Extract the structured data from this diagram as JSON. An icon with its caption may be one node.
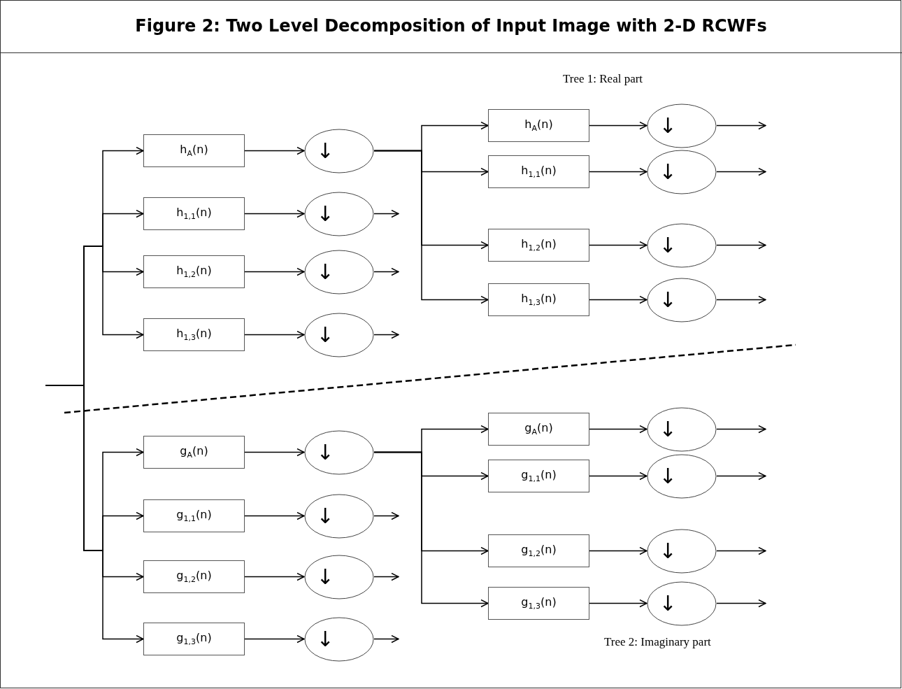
{
  "diagram": {
    "title": "Figure 2: Two Level Decomposition of Input Image with 2-D RCWFs",
    "nodes": [
      {
        "text": [
          "h$_{A}$(n)"
        ]
      },
      {
        "text": [
          "h$_{1,1}$(n)"
        ]
      },
      {
        "text": [
          "h$_{1,2}$(n)"
        ]
      },
      {
        "text": [
          "h$_{1,3}$(n)"
        ]
      },
      {
        "text": [
          "↓"
        ]
      },
      {
        "text": [
          "↓"
        ]
      },
      {
        "text": [
          "↓"
        ]
      },
      {
        "text": [
          "↓"
        ]
      },
      {
        "text": [
          "h$_{A}$(n)"
        ]
      },
      {
        "text": [
          "h$_{1,1}$(n)"
        ]
      },
      {
        "text": [
          "h$_{1,2}$(n)"
        ]
      },
      {
        "text": [
          "h$_{1,3}$(n)"
        ]
      },
      {
        "text": [
          "↓"
        ]
      },
      {
        "text": [
          "↓"
        ]
      },
      {
        "text": [
          "↓"
        ]
      },
      {
        "text": [
          "↓"
        ]
      },
      {
        "text": [
          "g$_{A}$(n)"
        ]
      },
      {
        "text": [
          "g$_{1,1}$(n)"
        ]
      },
      {
        "text": [
          "g$_{1,2}$(n)"
        ]
      },
      {
        "text": [
          "g$_{1,3}$(n)"
        ]
      },
      {
        "text": [
          "↓"
        ]
      },
      {
        "text": [
          "↓"
        ]
      },
      {
        "text": [
          "↓"
        ]
      },
      {
        "text": [
          "↓"
        ]
      },
      {
        "text": [
          "g$_{A}$(n)"
        ]
      },
      {
        "text": [
          "g$_{1,1}$(n)"
        ]
      },
      {
        "text": [
          "g$_{1,2}$(n)"
        ]
      },
      {
        "text": [
          "g$_{1,3}$(n)"
        ]
      },
      {
        "text": [
          "↓"
        ]
      },
      {
        "text": [
          "↓"
        ]
      },
      {
        "text": [
          "↓"
        ]
      },
      {
        "text": [
          "↓"
        ]
      }
    ],
    "edges": [
      {
        "from": null,
        "to": 0,
        "arrow": "to"
      },
      {
        "from": null,
        "to": 1,
        "arrow": "to"
      },
      {
        "from": null,
        "to": 2,
        "arrow": "to"
      },
      {
        "from": null,
        "to": 3,
        "arrow": "to"
      },
      {
        "from": 0,
        "to": 4,
        "arrow": "to"
      },
      {
        "from": 1,
        "to": 5,
        "arrow": "to"
      },
      {
        "from": 2,
        "to": 6,
        "arrow": "to"
      },
      {
        "from": 3,
        "to": 7,
        "arrow": "to"
      },
      {
        "from": 4,
        "to": 8,
        "arrow": "to"
      },
      {
        "from": 4,
        "to": 9,
        "arrow": "to"
      },
      {
        "from": 4,
        "to": 10,
        "arrow": "to"
      },
      {
        "from": 4,
        "to": 11,
        "arrow": "to"
      },
      {
        "from": 5,
        "to": null,
        "arrow": "to"
      },
      {
        "from": 6,
        "to": null,
        "arrow": "to"
      },
      {
        "from": 7,
        "to": null,
        "arrow": "to"
      },
      {
        "from": 8,
        "to": 12,
        "arrow": "to"
      },
      {
        "from": 9,
        "to": 13,
        "arrow": "to"
      },
      {
        "from": 10,
        "to": 14,
        "arrow": "to"
      },
      {
        "from": 11,
        "to": 15,
        "arrow": "to"
      },
      {
        "from": 12,
        "to": null,
        "arrow": "to"
      },
      {
        "from": 13,
        "to": null,
        "arrow": "to"
      },
      {
        "from": 14,
        "to": null,
        "arrow": "to"
      },
      {
        "from": 15,
        "to": null,
        "arrow": "to"
      },
      {
        "from": null,
        "to": 16,
        "arrow": "to"
      },
      {
        "from": null,
        "to": 17,
        "arrow": "to"
      },
      {
        "from": null,
        "to": 18,
        "arrow": "to"
      },
      {
        "from": null,
        "to": 19,
        "arrow": "to"
      },
      {
        "from": 16,
        "to": 20,
        "arrow": "to"
      },
      {
        "from": 17,
        "to": 21,
        "arrow": "to"
      },
      {
        "from": 18,
        "to": 22,
        "arrow": "to"
      },
      {
        "from": 19,
        "to": 23,
        "arrow": "to"
      },
      {
        "from": 20,
        "to": 24,
        "arrow": "to"
      },
      {
        "from": 20,
        "to": 25,
        "arrow": "to"
      },
      {
        "from": 20,
        "to": 26,
        "arrow": "to"
      },
      {
        "from": 20,
        "to": 27,
        "arrow": "to"
      },
      {
        "from": 21,
        "to": null,
        "arrow": "to"
      },
      {
        "from": 22,
        "to": null,
        "arrow": "to"
      },
      {
        "from": 23,
        "to": null,
        "arrow": "to"
      },
      {
        "from": 24,
        "to": 28,
        "arrow": "to"
      },
      {
        "from": 25,
        "to": 29,
        "arrow": "to"
      },
      {
        "from": 26,
        "to": 30,
        "arrow": "to"
      },
      {
        "from": 27,
        "to": 31,
        "arrow": "to"
      },
      {
        "from": 28,
        "to": null,
        "arrow": "to"
      },
      {
        "from": 29,
        "to": null,
        "arrow": "to"
      },
      {
        "from": 30,
        "to": null,
        "arrow": "to"
      },
      {
        "from": 31,
        "to": null,
        "arrow": "to"
      }
    ],
    "labels": [
      "Tree 1: Real part",
      "Tree 2: Imaginary part"
    ]
  }
}
